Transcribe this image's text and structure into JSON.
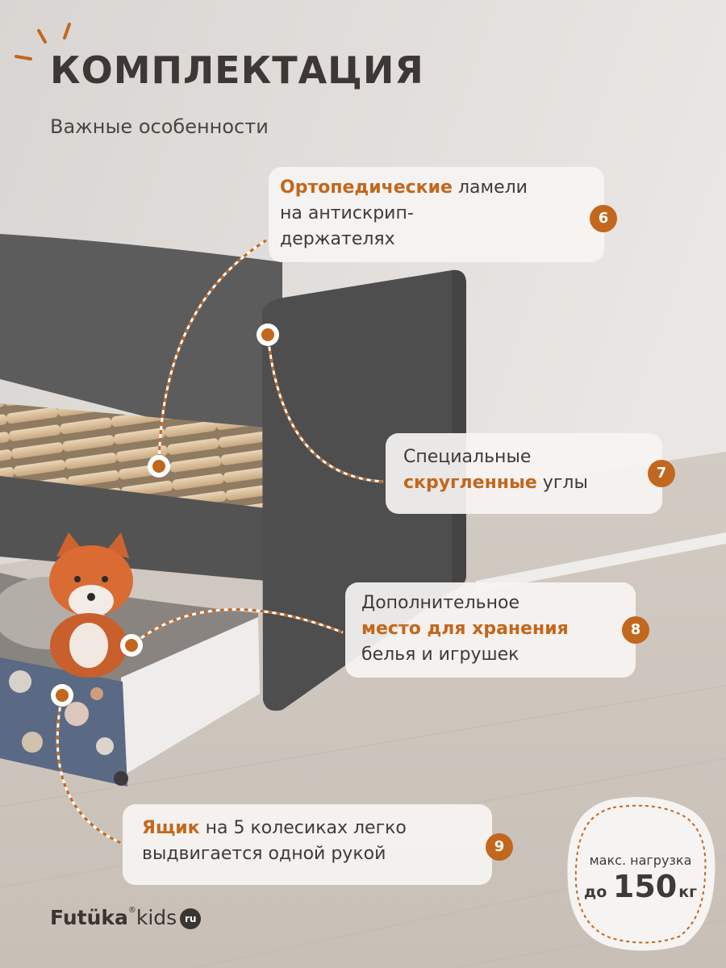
{
  "header": {
    "title": "КОМПЛЕКТАЦИЯ",
    "subtitle": "Важные особенности"
  },
  "colors": {
    "accent": "#c2671d",
    "title_text": "#3d3836",
    "body_text": "#3f3a38",
    "callout_bg": "#f6f4f2",
    "upholstery": "#5a595a",
    "wall": "#dedad7",
    "floor": "#cdc6be"
  },
  "callouts": [
    {
      "number": "6",
      "accent": "Ортопедические",
      "line1_rest": " ламели",
      "line2": "на антискрип-",
      "line3": "держателях"
    },
    {
      "number": "7",
      "line1": "Специальные",
      "accent": "скругленные",
      "line2_rest": " углы"
    },
    {
      "number": "8",
      "line1": "Дополнительное",
      "accent": "место для хранения",
      "line3": "белья и игрушек"
    },
    {
      "number": "9",
      "accent": "Ящик",
      "line1_rest": " на 5 колесиках легко",
      "line2": "выдвигается одной рукой"
    }
  ],
  "badge": {
    "label": "макс. нагрузка",
    "prefix": "до",
    "value": "150",
    "unit": "кг"
  },
  "logo": {
    "brand": "Futüka",
    "registered": "®",
    "suffix": "kids",
    "domain": "ru"
  },
  "icons": {
    "sparkle": "sparkle-icon",
    "markers": "marker-dot-icon"
  }
}
